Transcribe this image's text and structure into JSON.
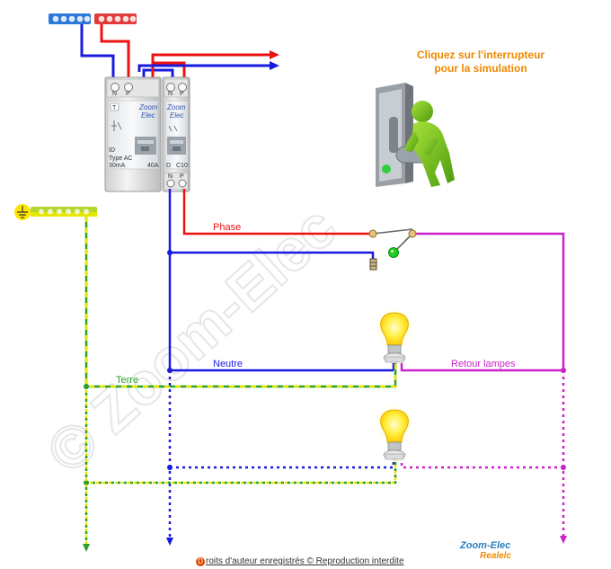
{
  "instruction": {
    "line1": "Cliquez sur l'interrupteur",
    "line2": "pour la simulation"
  },
  "labels": {
    "phase": "Phase",
    "neutre": "Neutre",
    "terre": "Terre",
    "retour": "Retour lampes"
  },
  "rcd": {
    "top_left": "N",
    "top_right": "P",
    "logo_line1": "Zoom",
    "logo_line2": "Elec",
    "line1": "ID",
    "line2": "Type AC",
    "line3": "30mA",
    "rating": "40A"
  },
  "breaker": {
    "top_left": "N",
    "top_right": "P",
    "logo_line1": "Zoom",
    "logo_line2": "Elec",
    "curve": "D",
    "rating": "C10",
    "bottom_left": "N",
    "bottom_right": "P"
  },
  "watermark": "© Zoom-Elec",
  "footer": {
    "initial": "D",
    "text": "roits d'auteur enregistrés © Reproduction interdite"
  },
  "brand": {
    "name": "Zoom-Elec",
    "sub": "Realelc"
  },
  "colors": {
    "phase": "#ee1111",
    "neutral": "#1a1adf",
    "earth_green": "#2aa12a",
    "earth_yellow": "#e6e600",
    "retour": "#cc22cc",
    "instruction": "#ee8800",
    "indicator": "#22cc22"
  },
  "icons": [
    "earth-symbol-icon",
    "lamp-icon",
    "switch-icon",
    "figure-at-switch-icon"
  ]
}
